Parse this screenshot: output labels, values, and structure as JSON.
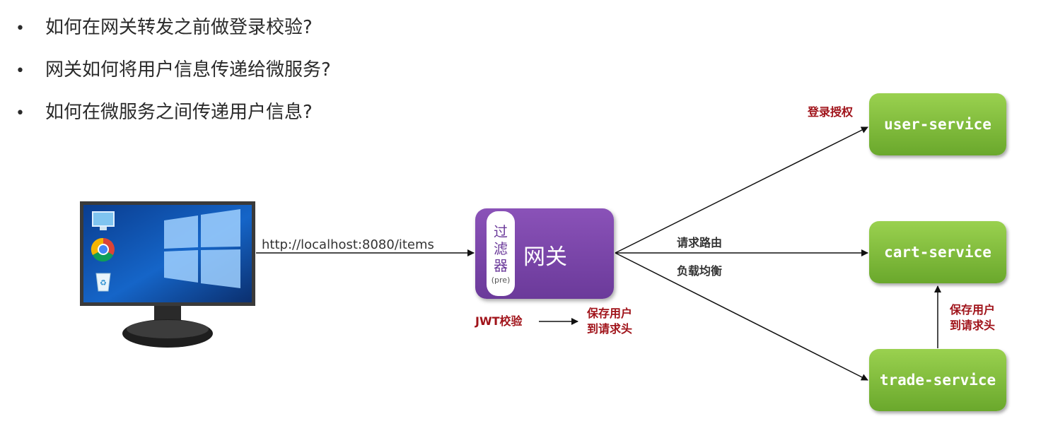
{
  "questions": [
    "如何在网关转发之前做登录校验?",
    "网关如何将用户信息传递给微服务?",
    "如何在微服务之间传递用户信息?"
  ],
  "bullet_char": "•",
  "client": {
    "icons": [
      "monitor-icon",
      "chrome-icon",
      "recycle-bin-icon"
    ]
  },
  "request_url": "http://localhost:8080/items",
  "gateway": {
    "label": "网关",
    "filter_chars": [
      "过",
      "滤",
      "器"
    ],
    "filter_sub": "(pre)"
  },
  "annotations": {
    "jwt": "JWT校验",
    "save_user_header_1": "保存用户",
    "save_user_header_2": "到请求头",
    "login_auth": "登录授权",
    "routing": "请求路由",
    "load_balance": "负载均衡",
    "svc_save_1": "保存用户",
    "svc_save_2": "到请求头"
  },
  "services": [
    {
      "name": "user-service"
    },
    {
      "name": "cart-service"
    },
    {
      "name": "trade-service"
    }
  ],
  "colors": {
    "service_green": "#7fbf3a",
    "gateway_purple": "#7a45ab",
    "annotation_red": "#a0131a"
  }
}
